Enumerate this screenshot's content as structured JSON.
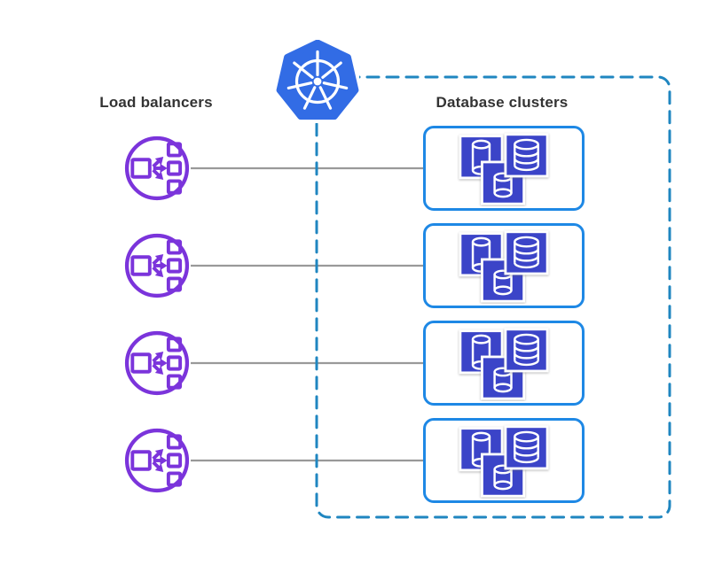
{
  "diagram": {
    "left_column_title": "Load balancers",
    "right_column_title": "Database clusters",
    "load_balancer_count": 4,
    "database_cluster_count": 4,
    "orchestrator_icon": "kubernetes-logo"
  },
  "icons": {
    "kubernetes_logo": "kubernetes-helm-wheel-in-heptagon",
    "load_balancer": "circle-with-square-fanning-arrows-to-three-nodes",
    "database_cluster": "three-overlapping-squares-with-database-cylinders"
  },
  "colors": {
    "kubernetes_blue": "#326CE5",
    "load_balancer_purple": "#7B34DB",
    "database_indigo": "#3B44C8",
    "cluster_border_blue": "#1E88E5",
    "boundary_dash_blue": "#1F86C0",
    "connector_gray": "#999999",
    "label_text": "#333333",
    "background": "#FFFFFF"
  }
}
